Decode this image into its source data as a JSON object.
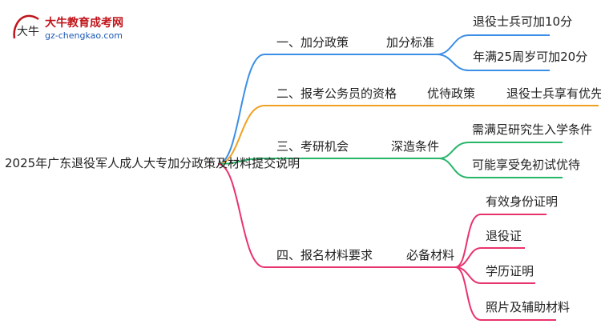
{
  "logo": {
    "name": "大牛教育成考网",
    "url": "gz-chengkao.com",
    "mark_text": "大牛"
  },
  "root": "2025年广东退役军人成人大专加分政策及材料提交说明",
  "branches": [
    {
      "label": "一、加分政策",
      "sub": "加分标准",
      "color": "#3a8ee6",
      "leaves": [
        "退役士兵可加10分",
        "年满25周岁可加20分"
      ]
    },
    {
      "label": "二、报考公务员的资格",
      "sub": "优待政策",
      "color": "#f0a020",
      "leaves": [
        "退役士兵享有优先考虑"
      ]
    },
    {
      "label": "三、考研机会",
      "sub": "深造条件",
      "color": "#27b56a",
      "leaves": [
        "需满足研究生入学条件",
        "可能享受免初试优待"
      ]
    },
    {
      "label": "四、报名材料要求",
      "sub": "必备材料",
      "color": "#e8336d",
      "leaves": [
        "有效身份证明",
        "退役证",
        "学历证明",
        "照片及辅助材料"
      ]
    }
  ]
}
